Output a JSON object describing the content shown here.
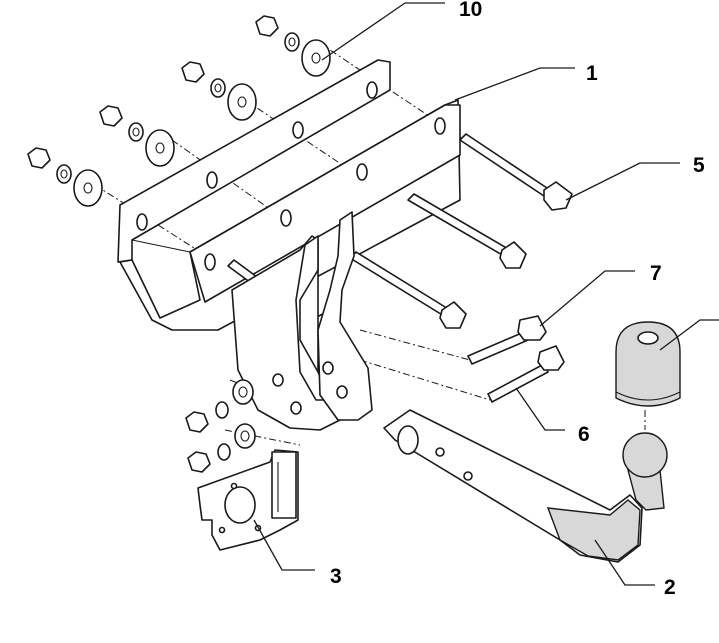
{
  "callouts": {
    "c1": "1",
    "c2": "2",
    "c3": "3",
    "c5": "5",
    "c6": "6",
    "c7": "7",
    "c10": "10"
  }
}
